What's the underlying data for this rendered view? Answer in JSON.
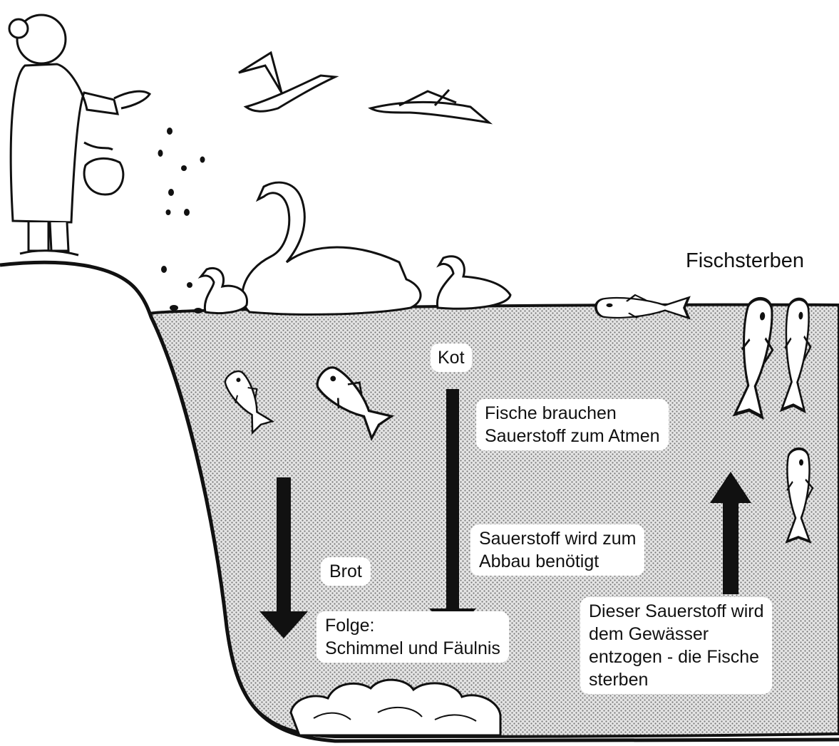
{
  "diagram": {
    "title": "Fischsterben",
    "labels": {
      "kot": "Kot",
      "brot": "Brot",
      "folge": [
        "Folge:",
        "Schimmel und Fäulnis"
      ],
      "fische_atmen": [
        "Fische brauchen",
        "Sauerstoff zum Atmen"
      ],
      "abbau": [
        "Sauerstoff wird zum",
        "Abbau benötigt"
      ],
      "entzogen": [
        "Dieser Sauerstoff wird",
        "dem Gewässer",
        "entzogen - die Fische",
        "sterben"
      ]
    },
    "icons": [
      "person-feeding-icon",
      "bread-crumbs-icon",
      "seagull-icon",
      "swan-icon",
      "cygnet-icon",
      "fish-icon",
      "dead-fish-icon",
      "mold-pile-icon"
    ],
    "colors": {
      "ink": "#111111",
      "water": "#d0d0d0",
      "paper": "#ffffff"
    }
  }
}
